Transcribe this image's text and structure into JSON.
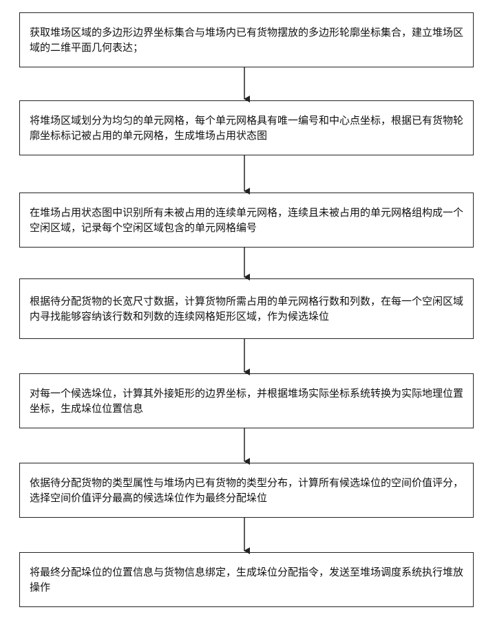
{
  "steps": [
    {
      "id": "s1",
      "text": "获取堆场区域的多边形边界坐标集合与堆场内已有货物摆放的多边形轮廓坐标集合，建立堆场区域的二维平面几何表达；"
    },
    {
      "id": "s2",
      "text": "将堆场区域划分为均匀的单元网格，每个单元网格具有唯一编号和中心点坐标，根据已有货物轮廓坐标标记被占用的单元网格，生成堆场占用状态图"
    },
    {
      "id": "s3",
      "text": "在堆场占用状态图中识别所有未被占用的连续单元网格，连续且未被占用的单元网格组构成一个空闲区域，记录每个空闲区域包含的单元网格编号"
    },
    {
      "id": "s4",
      "text": "根据待分配货物的长宽尺寸数据，计算货物所需占用的单元网格行数和列数，在每一个空闲区域内寻找能够容纳该行数和列数的连续网格矩形区域，作为候选垛位"
    },
    {
      "id": "s5",
      "text": "对每一个候选垛位，计算其外接矩形的边界坐标，并根据堆场实际坐标系统转换为实际地理位置坐标，生成垛位位置信息"
    },
    {
      "id": "s6",
      "text": "依据待分配货物的类型属性与堆场内已有货物的类型分布，计算所有候选垛位的空间价值评分，选择空间价值评分最高的候选垛位作为最终分配垛位"
    },
    {
      "id": "s7",
      "text": "将最终分配垛位的位置信息与货物信息绑定，生成垛位分配指令，发送至堆场调度系统执行堆放操作"
    }
  ],
  "colors": {
    "border": "#222222",
    "arrow": "#222222",
    "background": "#ffffff"
  }
}
